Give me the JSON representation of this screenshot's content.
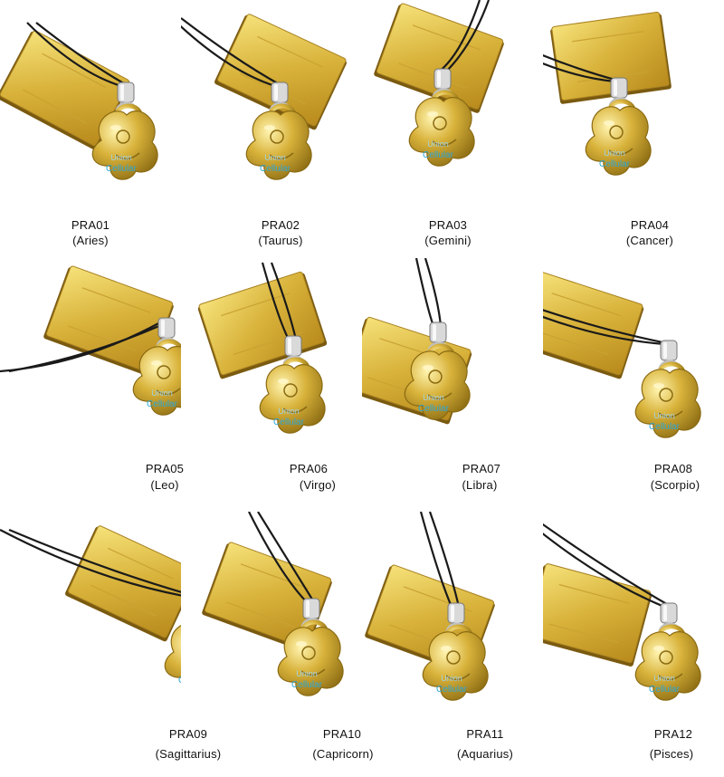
{
  "watermark": {
    "line1": "Union",
    "line2": "Cellular"
  },
  "colors": {
    "gold_light": "#f6e27a",
    "gold_mid": "#d8b23a",
    "gold_dark": "#8a6a12",
    "cord": "#1a1a1a",
    "watermark": "#2aa7d8"
  },
  "rows": [
    {
      "items": [
        {
          "code": "PRA01",
          "sign": "(Aries)",
          "tag": "ARIES"
        },
        {
          "code": "PRA02",
          "sign": "(Taurus)",
          "tag": "TAURUS"
        },
        {
          "code": "PRA03",
          "sign": "(Gemini)",
          "tag": "GEMINI"
        },
        {
          "code": "PRA04",
          "sign": "(Cancer)",
          "tag": "CANCER"
        }
      ]
    },
    {
      "items": [
        {
          "code": "PRA05",
          "sign": "(Leo)",
          "tag": "LEO"
        },
        {
          "code": "PRA06",
          "sign": "(Virgo)",
          "tag": "VIRGO"
        },
        {
          "code": "PRA07",
          "sign": "(Libra)",
          "tag": "LIBRA"
        },
        {
          "code": "PRA08",
          "sign": "(Scorpio)",
          "tag": "SCORPIO"
        }
      ]
    },
    {
      "items": [
        {
          "code": "PRA09",
          "sign": "(Sagittarius)",
          "tag": "SAGITTARIUS"
        },
        {
          "code": "PRA10",
          "sign": "(Capricorn)",
          "tag": "CAPRICORN"
        },
        {
          "code": "PRA11",
          "sign": "(Aquarius)",
          "tag": "AQUARIUS"
        },
        {
          "code": "PRA12",
          "sign": "(Pisces)",
          "tag": "PISCES"
        }
      ]
    }
  ]
}
